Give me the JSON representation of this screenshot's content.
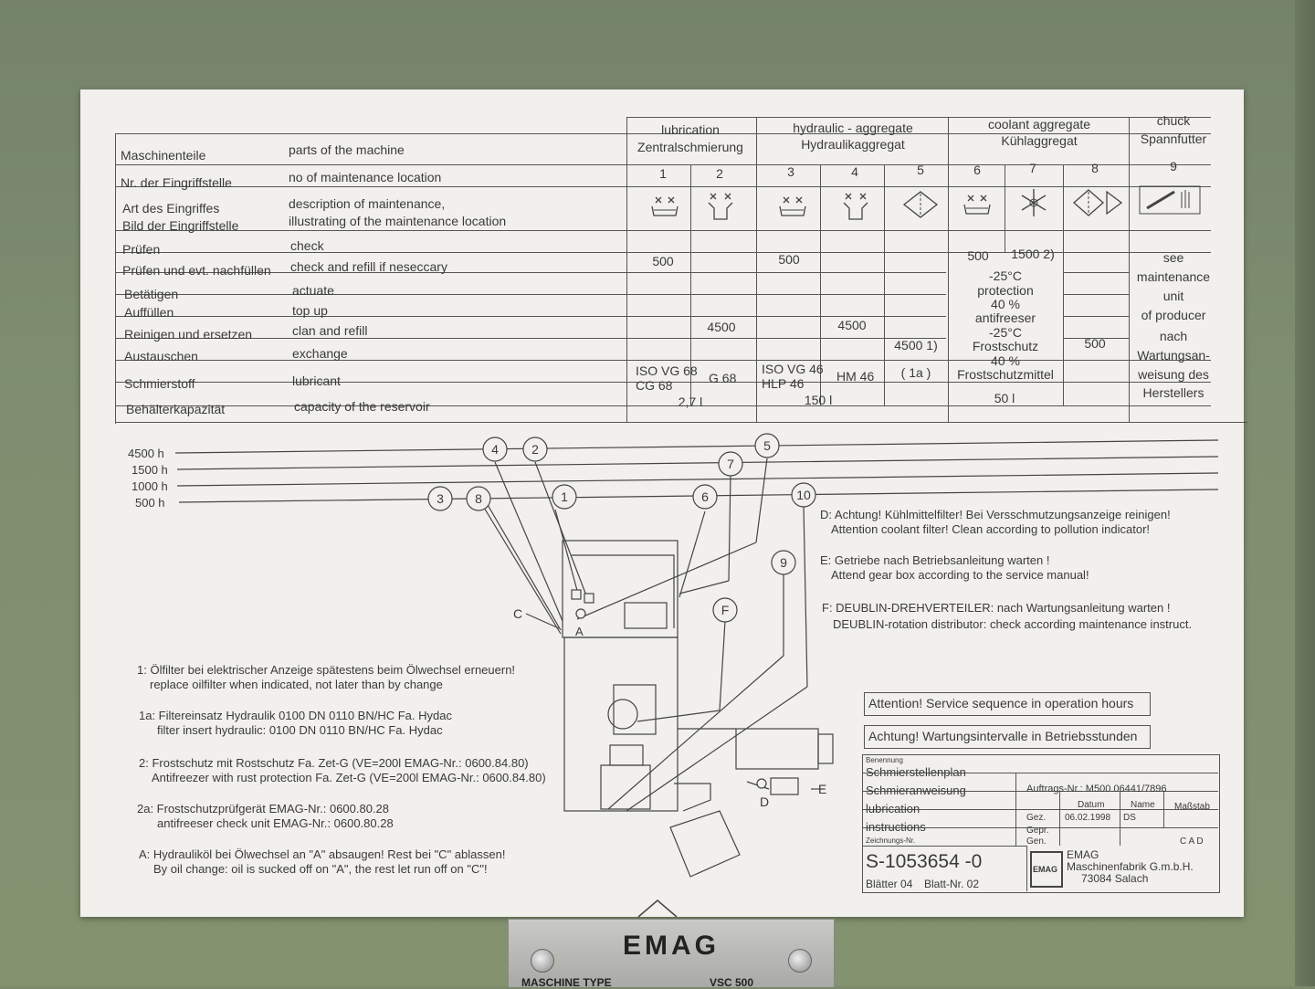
{
  "table": {
    "header_de": "Maschinenteile",
    "header_en": "parts of the machine",
    "groups": [
      {
        "l1": "lubrication",
        "l2": "Zentralschmierung"
      },
      {
        "l1": "hydraulic - aggregate",
        "l2": "Hydraulikaggregat"
      },
      {
        "l1": "coolant aggregate",
        "l2": "Kühlaggregat"
      },
      {
        "l1": "chuck",
        "l2": "Spannfutter"
      }
    ],
    "location_numbers": [
      "1",
      "2",
      "3",
      "4",
      "5",
      "6",
      "7",
      "8",
      "9"
    ],
    "rows": [
      {
        "de": "Nr. der Eingriffstelle",
        "en": "no of maintenance location"
      },
      {
        "de": "Art des Eingriffes",
        "de2": "Bild der Eingriffstelle",
        "en": "description of maintenance,",
        "en2": "illustrating of the maintenance location"
      },
      {
        "de": "Prüfen",
        "en": "check"
      },
      {
        "de": "Prüfen und evt. nachfüllen",
        "en": "check and refill if neseccary"
      },
      {
        "de": "Betätigen",
        "en": "actuate"
      },
      {
        "de": "Auffüllen",
        "en": "top up"
      },
      {
        "de": "Reinigen und ersetzen",
        "en": "clan and refill"
      },
      {
        "de": "Austauschen",
        "en": "exchange"
      },
      {
        "de": "Schmierstoff",
        "en": "lubricant"
      },
      {
        "de": "Behälterkapazität",
        "en": "capacity of the reservoir"
      }
    ],
    "values": {
      "check_refill_1": "500",
      "check_refill_3": "500",
      "check_6": "500",
      "check_7": "1500 2)",
      "clean_2": "4500",
      "clean_4": "4500",
      "exchange_5": "4500 1)",
      "exchange_8": "500",
      "lub_1a": "ISO VG 68",
      "lub_1b": "CG 68",
      "lub_2": "G 68",
      "lub_3a": "ISO VG 46",
      "lub_3b": "HLP 46",
      "lub_4": "HM 46",
      "lub_5": "( 1a )",
      "cap_lub": "2,7 l",
      "cap_hyd": "150 l",
      "cap_cool": "50 l",
      "coolant_notes": [
        "-25°C",
        "protection",
        "40 %",
        "antifreeser",
        "-25°C",
        "Frostschutz",
        "40 %",
        "Frostschutzmittel"
      ],
      "chuck_notes": [
        "see",
        "maintenance",
        "unit",
        "of producer",
        "nach",
        "Wartungsan-",
        "weisung des",
        "Herstellers"
      ]
    }
  },
  "intervals": [
    "4500 h",
    "1500 h",
    "1000 h",
    "500 h"
  ],
  "callouts": [
    "4",
    "2",
    "5",
    "7",
    "3",
    "8",
    "1",
    "6",
    "10",
    "9",
    "F"
  ],
  "diagram_labels": {
    "c": "C",
    "a": "A",
    "d": "D",
    "e": "E"
  },
  "notes_right": [
    "D: Achtung! Kühlmittelfilter! Bei Versschmutzungsanzeige reinigen!",
    "Attention coolant filter! Clean according to pollution indicator!",
    "E: Getriebe nach Betriebsanleitung warten !",
    "Attend gear box according to the service manual!",
    "F: DEUBLIN-DREHVERTEILER: nach Wartungsanleitung warten !",
    "DEUBLIN-rotation distributor: check according maintenance instruct."
  ],
  "notes_left": [
    "1: Ölfilter bei elektrischer Anzeige spätestens beim Ölwechsel erneuern!",
    "replace oilfilter when indicated, not later than by change",
    "1a: Filtereinsatz Hydraulik 0100 DN 0110 BN/HC   Fa. Hydac",
    "filter insert hydraulic: 0100 DN 0110 BN/HC Fa. Hydac",
    "2: Frostschutz mit Rostschutz Fa. Zet-G (VE=200l EMAG-Nr.: 0600.84.80)",
    "Antifreezer with rust protection Fa. Zet-G (VE=200l EMAG-Nr.: 0600.84.80)",
    "2a: Frostschutzprüfgerät EMAG-Nr.: 0600.80.28",
    "antifreeser check unit   EMAG-Nr.: 0600.80.28",
    "A: Hydrauliköl bei Ölwechsel an \"A\" absaugen! Rest bei \"C\" ablassen!",
    "By oil change: oil is sucked off on \"A\", the rest let run off on \"C\"!"
  ],
  "attention_en": "Attention! Service sequence in operation hours",
  "attention_de": "Achtung! Wartungsintervalle in Betriebsstunden",
  "title_block": {
    "benennung": "Benennung",
    "t1": "Schmierstellenplan",
    "t2": "Schmieranweisung",
    "t3": "lubrication",
    "t4": "instructions",
    "auftrag": "Auftrags-Nr.: M500.06441/7896",
    "datum_h": "Datum",
    "name_h": "Name",
    "massstab_h": "Maßstab",
    "gez": "Gez.",
    "gez_date": "06.02.1998",
    "gez_name": "DS",
    "gepr": "Gepr.",
    "gen": "Gen.",
    "cad": "C A D",
    "zeichnungs": "Zeichnungs-Nr.",
    "drawing_no": "S-1053654 -0",
    "blaetter": "Blätter 04",
    "blatt": "Blatt-Nr. 02",
    "logo": "EMAG",
    "company1": "EMAG",
    "company2": "Maschinenfabrik G.m.b.H.",
    "company3": "73084 Salach"
  },
  "badge": {
    "brand": "EMAG",
    "label1": "MASCHINE TYPE",
    "label2": "VSC 500"
  }
}
